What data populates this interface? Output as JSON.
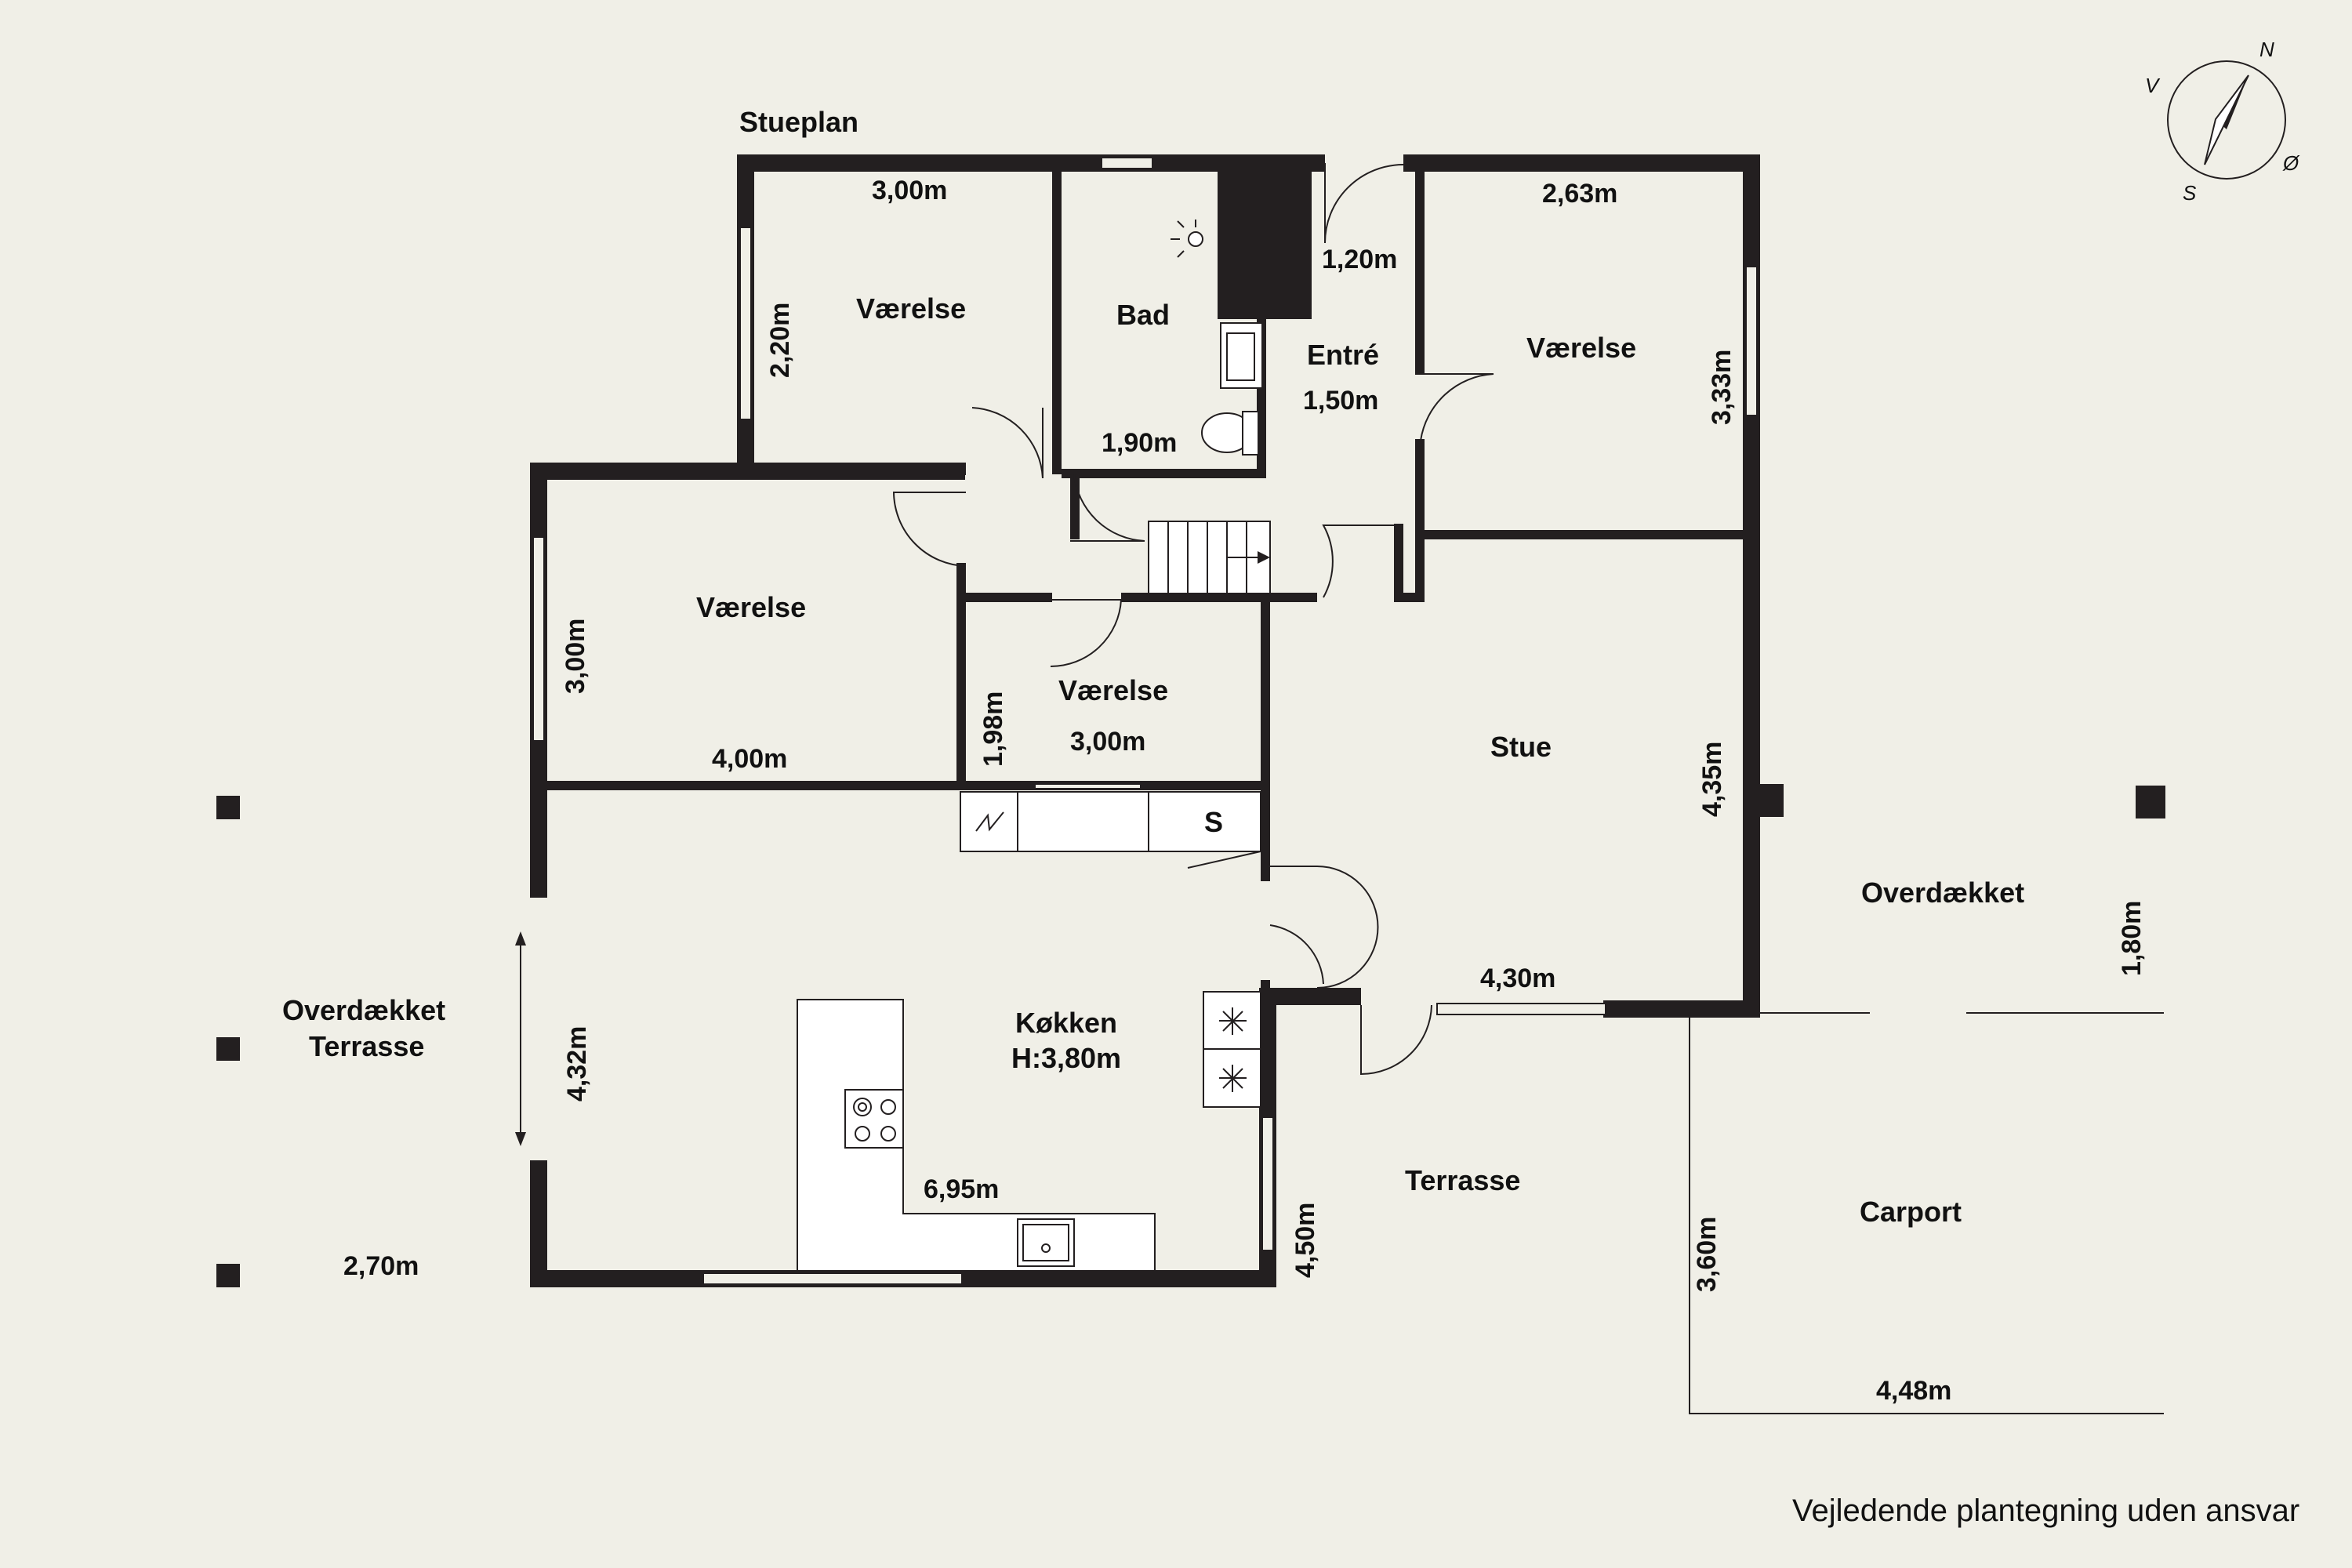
{
  "title": "Stueplan",
  "disclaimer": "Vejledende plantegning uden ansvar",
  "compass": {
    "n": "N",
    "s": "S",
    "v": "V",
    "o": "Ø"
  },
  "rooms": {
    "vaerelse_nw": "Værelse",
    "bad": "Bad",
    "entre": "Entré",
    "vaerelse_ne": "Værelse",
    "vaerelse_w": "Værelse",
    "vaerelse_small": "Værelse",
    "stue": "Stue",
    "kokken": "Køkken",
    "kokken_height": "H:3,80m",
    "overdaekket_terrasse_1": "Overdækket",
    "overdaekket_terrasse_2": "Terrasse",
    "terrasse": "Terrasse",
    "overdaekket": "Overdækket",
    "carport": "Carport",
    "s_mark": "S"
  },
  "dimensions": {
    "vaerelse_nw_w": "3,00m",
    "vaerelse_nw_h": "2,20m",
    "bad_w": "1,90m",
    "entre_top": "1,20m",
    "entre_w": "1,50m",
    "vaerelse_ne_w": "2,63m",
    "vaerelse_ne_h": "3,33m",
    "vaerelse_w_w": "4,00m",
    "vaerelse_w_h": "3,00m",
    "vaerelse_small_w": "3,00m",
    "vaerelse_small_h": "1,98m",
    "stue_h": "4,35m",
    "stue_w": "4,30m",
    "kokken_h": "4,32m",
    "kokken_w": "6,95m",
    "kokken_east": "4,50m",
    "terrasse_w": "2,70m",
    "overdaekket_h": "1,80m",
    "carport_h": "3,60m",
    "carport_w": "4,48m"
  }
}
